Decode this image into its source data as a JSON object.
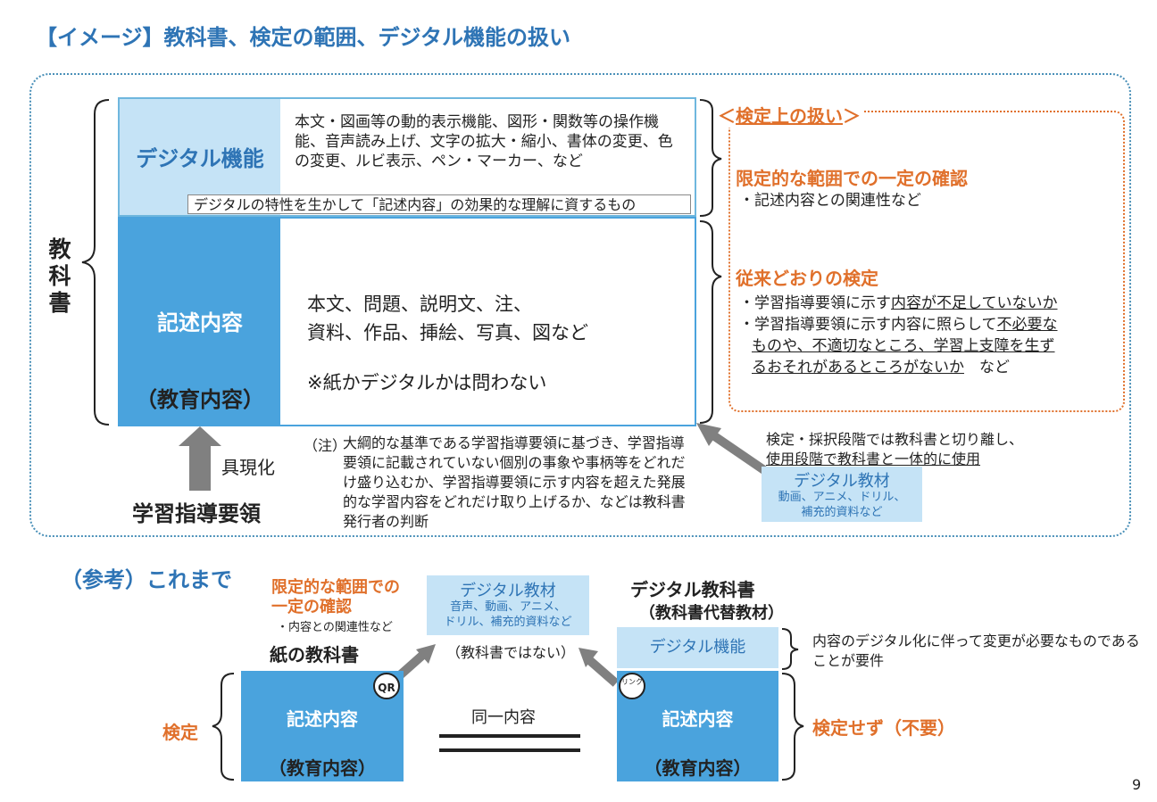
{
  "title": "【イメージ】教科書、検定の範囲、デジタル機能の扱い",
  "textbook": {
    "label": "教科書",
    "digital_function": {
      "label": "デジタル機能",
      "description": "本文・図画等の動的表示機能、図形・関数等の操作機能、音声読み上げ、文字の拡大・縮小、書体の変更、色の変更、ルビ表示、ペン・マーカー、など",
      "banner": "デジタルの特性を生かして「記述内容」の効果的な理解に資するもの"
    },
    "written_content": {
      "label": "記述内容",
      "sub": "（教育内容）",
      "description_line1": "本文、問題、説明文、注、",
      "description_line2": "資料、作品、挿絵、写真、図など",
      "note": "※紙かデジタルかは問わない"
    }
  },
  "guideline": {
    "label": "学習指導要領",
    "embody": "具現化"
  },
  "note": {
    "head": "（注）",
    "body": "大綱的な基準である学習指導要領に基づき、学習指導要領に記載されていない個別の事象や事柄等をどれだけ盛り込むか、学習指導要領に示す内容を超えた発展的な学習内容をどれだけ取り上げるか、などは教科書発行者の判断"
  },
  "handling": {
    "title": "＜検定上の扱い＞",
    "title_inner": "検定上の扱い",
    "limited": {
      "head": "限定的な範囲での一定の確認",
      "item": "・記述内容との関連性など"
    },
    "traditional": {
      "head": "従来どおりの検定",
      "item1_plain": "・学習指導要領に示す",
      "item1_underlined": "内容が不足していないか",
      "item2_plain": "・学習指導要領に示す内容に照らして",
      "item2_underlined_a": "不必要な",
      "item2_underlined_b": "ものや、不適切なところ、学習上支障を生ず",
      "item2_underlined_c": "るおそれがあるところがないか",
      "item2_tail": "　など"
    }
  },
  "separation": {
    "line1": "検定・採択段階では教科書と切り離し、",
    "line2": "使用段階で教科書と一体的に使用"
  },
  "digital_material": {
    "title": "デジタル教材",
    "sub1": "動画、アニメ、ドリル、",
    "sub2": "補充的資料など"
  },
  "reference": {
    "title": "（参考）これまで",
    "limited_line1": "限定的な範囲での",
    "limited_line2": "一定の確認",
    "limited_sub": "・内容との関連性など",
    "paper_textbook": "紙の教科書",
    "material_title": "デジタル教材",
    "material_sub1": "音声、動画、アニメ、",
    "material_sub2": "ドリル、補充的資料など",
    "not_textbook": "（教科書ではない）",
    "digital_textbook_title": "デジタル教科書",
    "digital_textbook_sub": "（教科書代替教材）",
    "digital_function": "デジタル機能",
    "digital_function_note": "内容のデジタル化に伴って変更が必要なものであることが要件",
    "written_label": "記述内容",
    "written_sub": "（教育内容）",
    "qr": "QR",
    "link": "リンク",
    "kentei": "検定",
    "kentei_none": "検定せず（不要）",
    "same_content": "同一内容"
  },
  "page_number": "9",
  "colors": {
    "accent_blue": "#2e74b5",
    "box_blue": "#4aa3dd",
    "light_blue": "#c5e3f6",
    "orange": "#e0702b",
    "arrow_gray": "#808080"
  }
}
